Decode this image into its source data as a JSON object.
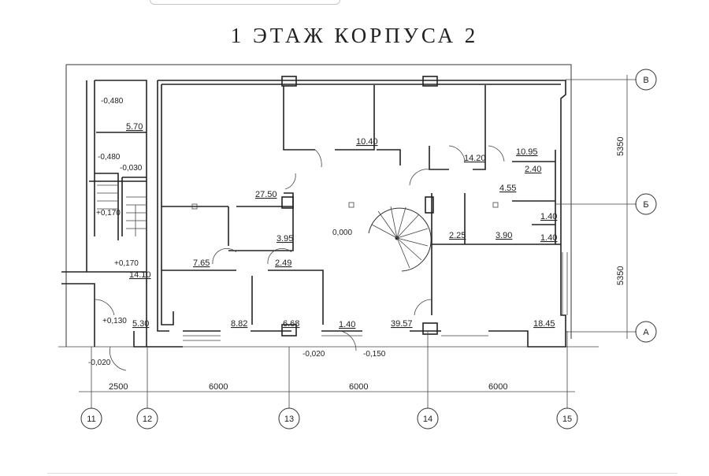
{
  "title": "1 ЭТАЖ КОРПУСА 2",
  "rooms": [
    "5.70",
    "10.40",
    "14.20",
    "10.95",
    "2.40",
    "4.55",
    "27.50",
    "3.95",
    "2.25",
    "3.90",
    "1.40",
    "1.40",
    "7.65",
    "2.49",
    "14.10",
    "8.82",
    "6.68",
    "1.40",
    "39.57",
    "18.45",
    "5.30"
  ],
  "levels": [
    "-0,480",
    "-0,480",
    "-0,030",
    "+0,170",
    "+0,170",
    "+0,130",
    "-0,020",
    "-0,020",
    "-0,150",
    "0,000"
  ],
  "axes_bottom": [
    "11",
    "12",
    "13",
    "14",
    "15"
  ],
  "axes_right": [
    "В",
    "Б",
    "А"
  ],
  "dims_bottom": [
    "2500",
    "6000",
    "6000",
    "6000"
  ],
  "dims_right": [
    "5350",
    "5350"
  ]
}
